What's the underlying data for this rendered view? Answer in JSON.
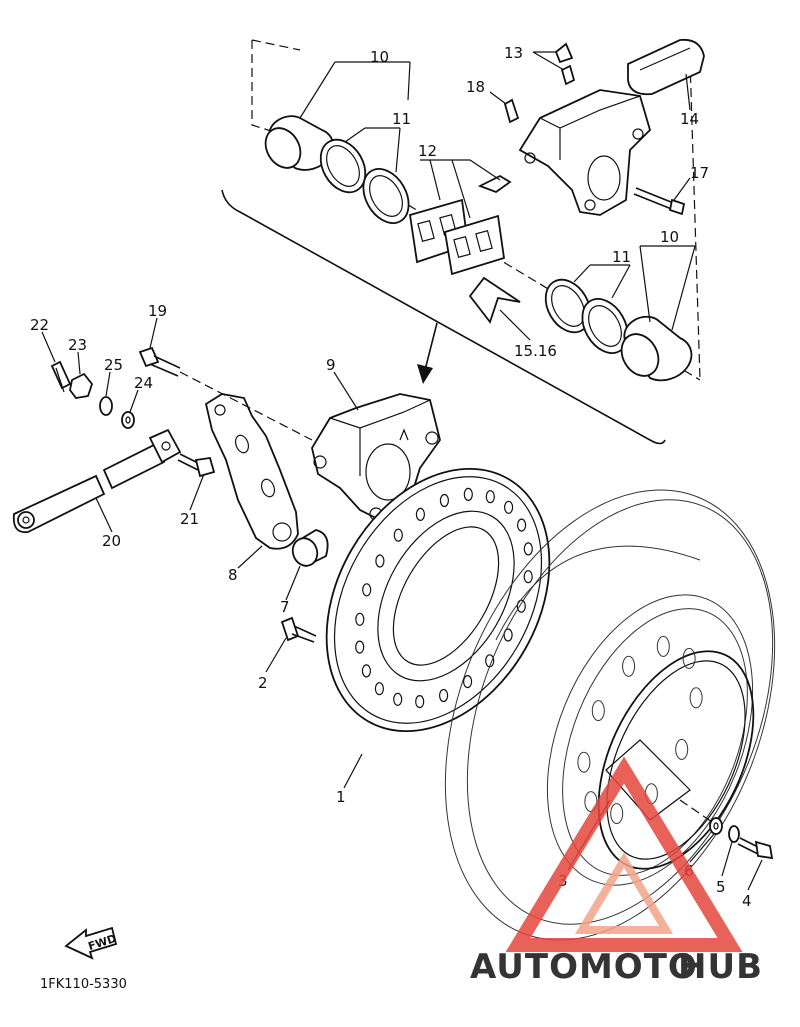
{
  "diagram": {
    "part_code": "1FK110-5330",
    "fwd_label": "FWD",
    "labels": {
      "l1": "1",
      "l2": "2",
      "l3": "3",
      "l4": "4",
      "l5": "5",
      "l6": "6",
      "l7": "7",
      "l8": "8",
      "l9": "9",
      "l10a": "10",
      "l10b": "10",
      "l11a": "11",
      "l11b": "11",
      "l12": "12",
      "l13": "13",
      "l14": "14",
      "l1516": "15.16",
      "l17": "17",
      "l18": "18",
      "l19": "19",
      "l20": "20",
      "l21": "21",
      "l22": "22",
      "l23": "23",
      "l24": "24",
      "l25": "25"
    }
  },
  "watermark": {
    "brand_part1": "AUTOMOTO",
    "brand_part2": "HUB",
    "color_primary": "#e5473d",
    "color_secondary": "#f2a489",
    "color_dark": "#6e6e6e"
  }
}
